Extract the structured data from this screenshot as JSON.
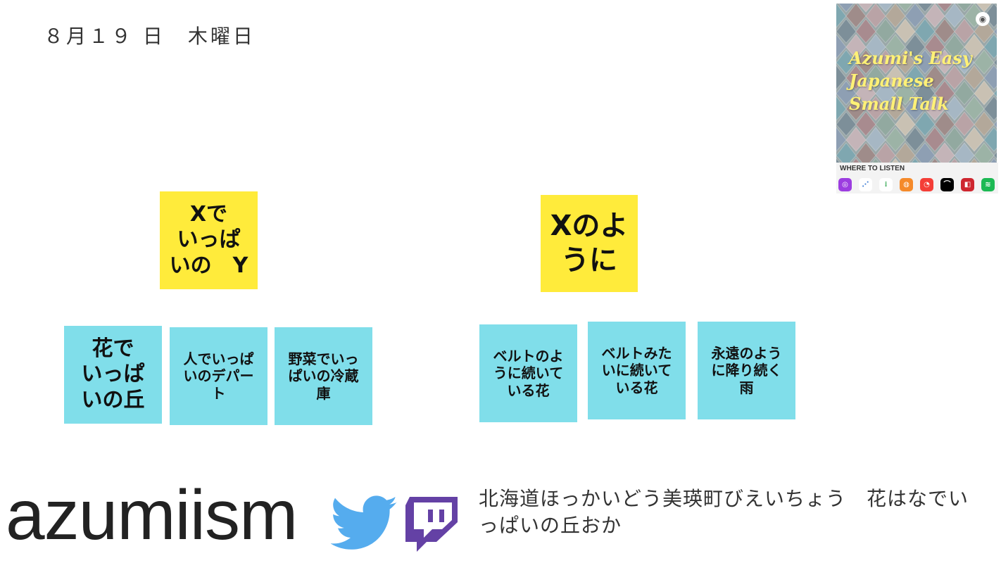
{
  "header": {
    "date": "８月１９ 日　木曜日"
  },
  "podcast": {
    "title": "Azumi's Easy Japanese Small Talk",
    "listen_label": "WHERE TO LISTEN",
    "badge_icon": "podcast-icon",
    "platforms": [
      {
        "name": "apple-podcasts-icon",
        "color": "#9c3de0"
      },
      {
        "name": "breaker-icon",
        "color": "#ffffff"
      },
      {
        "name": "google-podcasts-icon",
        "color": "#ffffff"
      },
      {
        "name": "overcast-icon",
        "color": "#f58a2a"
      },
      {
        "name": "pocket-casts-icon",
        "color": "#f43e37"
      },
      {
        "name": "castbox-icon",
        "color": "#000000"
      },
      {
        "name": "radiopublic-icon",
        "color": "#ce262f"
      },
      {
        "name": "spotify-icon",
        "color": "#1db954"
      }
    ]
  },
  "notes": {
    "pattern1": "Xで\nいっぱ\nいの　Y",
    "pattern2": "Xのよ\nうに",
    "ex1a": "花で\nいっぱ\nいの丘",
    "ex1b": "人でいっぱ\nいのデパー\nト",
    "ex1c": "野菜でいっ\nぱいの冷蔵\n庫",
    "ex2a": "ベルトのよ\nうに続いて\nいる花",
    "ex2b": "ベルトみた\nいに続いて\nいる花",
    "ex2c": "永遠のよう\nに降り続く\n雨"
  },
  "footer": {
    "brand": "azumiism",
    "caption": "北海道ほっかいどう美瑛町びえいちょう　花はなでいっぱいの丘おか"
  },
  "colors": {
    "yellow_note": "#ffeb3b",
    "cyan_note": "#80deea",
    "twitter": "#55acee",
    "twitch": "#6441a5"
  }
}
